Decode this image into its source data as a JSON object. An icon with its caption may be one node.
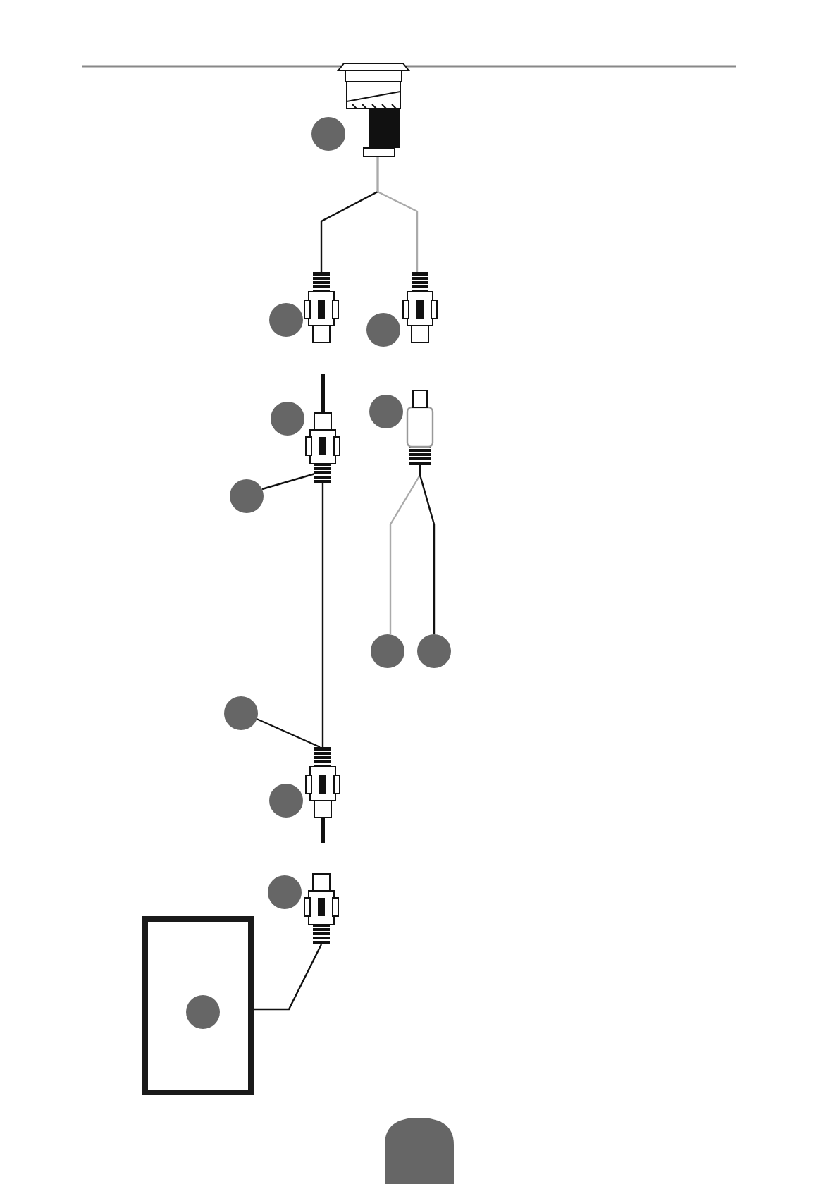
{
  "diagram": {
    "nodes": [
      {
        "text": [],
        "shape": "jack"
      },
      {
        "text": [],
        "shape": "circle"
      },
      {
        "text": [],
        "shape": "plug"
      },
      {
        "text": [],
        "shape": "circle"
      },
      {
        "text": [],
        "shape": "plug"
      },
      {
        "text": [],
        "shape": "circle"
      },
      {
        "text": [],
        "shape": "plug"
      },
      {
        "text": [],
        "shape": "circle"
      },
      {
        "text": [],
        "shape": "plug"
      },
      {
        "text": [],
        "shape": "circle"
      },
      {
        "text": [],
        "shape": "circle"
      },
      {
        "text": [],
        "shape": "circle"
      },
      {
        "text": [],
        "shape": "circle"
      },
      {
        "text": [],
        "shape": "circle"
      },
      {
        "text": [],
        "shape": "plug"
      },
      {
        "text": [],
        "shape": "circle"
      },
      {
        "text": [],
        "shape": "plug"
      },
      {
        "text": [],
        "shape": "circle"
      },
      {
        "text": [],
        "shape": "box"
      },
      {
        "text": [],
        "shape": "circle",
        "in": 18
      }
    ],
    "edges": [
      {
        "from": 0,
        "to": 2,
        "arrow": "none"
      },
      {
        "from": 0,
        "to": 4,
        "arrow": "none",
        "color": "#aaaaaa"
      },
      {
        "from": 10,
        "to": 6,
        "arrow": "none"
      },
      {
        "from": 6,
        "to": 14,
        "arrow": "none"
      },
      {
        "from": 8,
        "to": 11,
        "arrow": "none",
        "color": "#aaaaaa"
      },
      {
        "from": 8,
        "to": 12,
        "arrow": "none"
      },
      {
        "from": 13,
        "to": 14,
        "arrow": "none"
      },
      {
        "from": 16,
        "to": 18,
        "arrow": "none"
      }
    ]
  }
}
